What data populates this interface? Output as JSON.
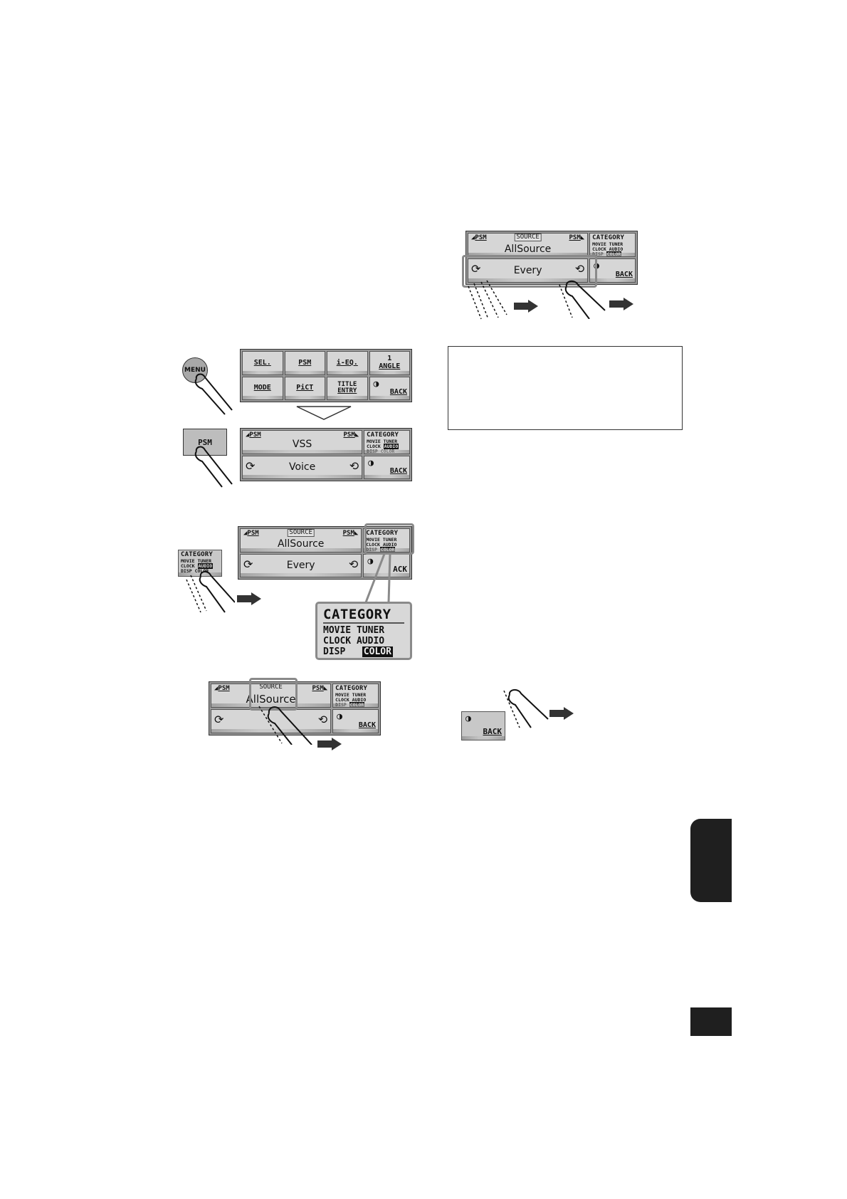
{
  "menu_button": {
    "label": "MENU"
  },
  "psm_button": {
    "label": "PSM"
  },
  "screen_menu": {
    "keys": [
      {
        "l1": "SEL."
      },
      {
        "l1": "PSM"
      },
      {
        "l1": "i-EQ."
      },
      {
        "l1": "1",
        "l2": "ANGLE"
      },
      {
        "l1": "MODE"
      },
      {
        "l1": "PiCT"
      },
      {
        "l1": "TITLE",
        "l2": "ENTRY"
      },
      {
        "l1": "BACK"
      }
    ]
  },
  "screen_vss": {
    "left": "PSM",
    "right": "PSM",
    "top_value": "VSS",
    "bottom_value": "Voice",
    "back": "BACK"
  },
  "category": {
    "title": "CATEGORY",
    "row1": "MOVIE TUNER",
    "row2a": "CLOCK",
    "row2b": "AUDIO",
    "row3a": "DISP",
    "row3b": "COLOR"
  },
  "screen_source": {
    "left": "PSM",
    "source": "SOURCE",
    "right": "PSM",
    "top_value": "AllSource",
    "bottom_value": "Every",
    "back": "BACK",
    "back_partial": "ACK"
  },
  "back_button": {
    "label": "BACK"
  }
}
